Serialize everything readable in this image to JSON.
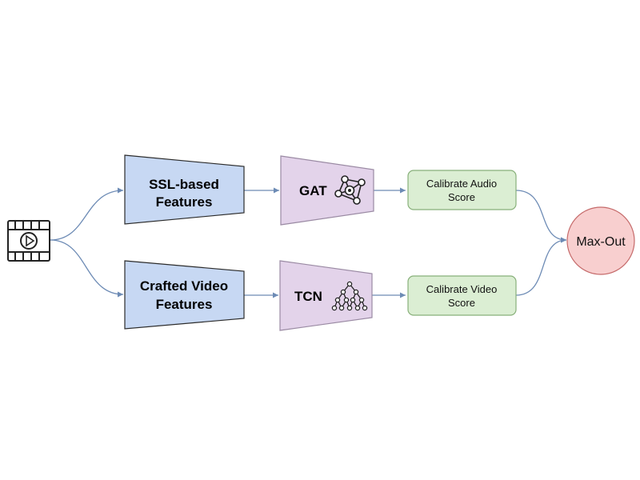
{
  "input": {
    "icon": "video-file-icon"
  },
  "features": {
    "ssl": {
      "line1": "SSL-based",
      "line2": "Features"
    },
    "crafted": {
      "line1": "Crafted Video",
      "line2": "Features"
    }
  },
  "models": {
    "gat": {
      "label": "GAT",
      "icon": "graph-network-icon"
    },
    "tcn": {
      "label": "TCN",
      "icon": "tree-network-icon"
    }
  },
  "calibration": {
    "audio": {
      "line1": "Calibrate Audio",
      "line2": "Score"
    },
    "video": {
      "line1": "Calibrate Video",
      "line2": "Score"
    }
  },
  "output": {
    "label": "Max-Out"
  },
  "colors": {
    "feature_fill": "#c7d8f3",
    "model_fill": "#e3d3ea",
    "calibrate_fill": "#dbeed3",
    "calibrate_stroke": "#88b07a",
    "output_fill": "#f8cfcf",
    "output_stroke": "#c56a6a",
    "connector": "#6d8bb5"
  }
}
